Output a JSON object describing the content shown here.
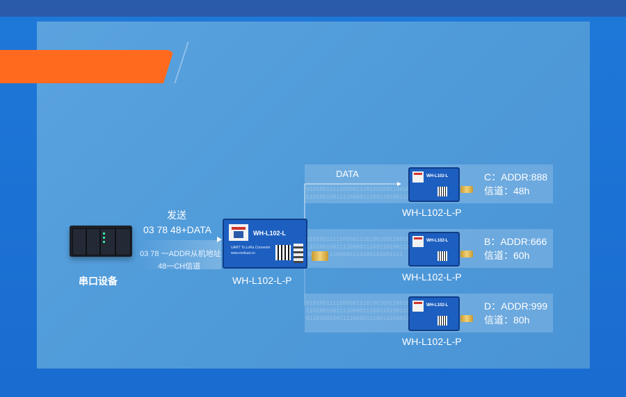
{
  "colors": {
    "panel": "#4f9ad9",
    "accent": "#ff6a1e",
    "text": "#ffffff"
  },
  "serial_device": {
    "label": "串口设备"
  },
  "send": {
    "title": "发送",
    "data": "03 78 48+DATA",
    "addr_note": "03 78 一ADDR从机地址",
    "ch_note": "48一CH信道"
  },
  "master": {
    "label": "WH-L102-L-P",
    "board_text": "WH-L102-L",
    "board_sub": "UART To LoRa Converter",
    "board_url": "www.mokuai.cn"
  },
  "data_label": "DATA",
  "receivers": [
    {
      "module_label": "WH-L102-L-P",
      "addr": "C：ADDR:888",
      "channel": "信道：48h",
      "board_text": "WH-L102-L"
    },
    {
      "module_label": "WH-L102-L-P",
      "addr": "B：ADDR:666",
      "channel": "信道：60h",
      "board_text": "WH-L102-L"
    },
    {
      "module_label": "WH-L102-L-P",
      "addr": "D：ADDR:999",
      "channel": "信道：80h",
      "board_text": "WH-L102-L"
    }
  ]
}
